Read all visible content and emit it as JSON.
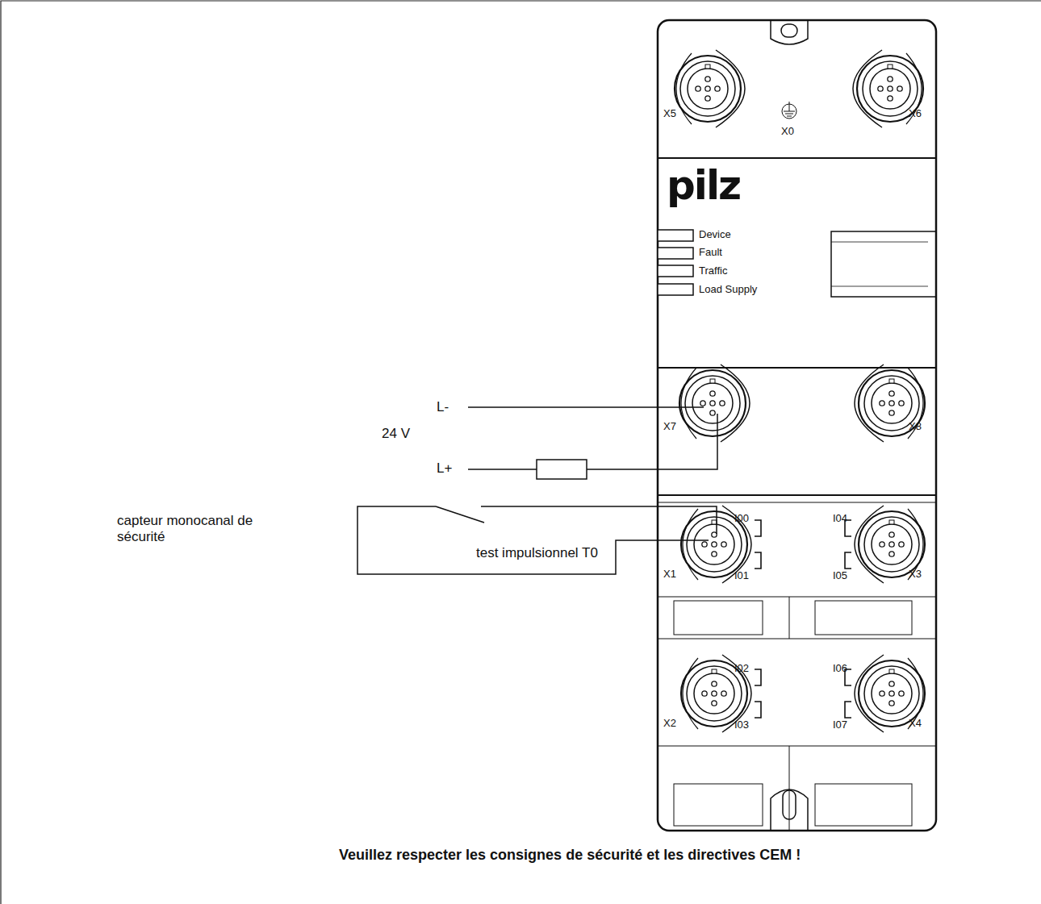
{
  "diagram": {
    "caption": "Veuillez respecter les consignes de sécurité et les directives CEM !",
    "labels": [
      "X5",
      "X0",
      "X6",
      "pilz",
      "Device",
      "Fault",
      "Traffic",
      "Load Supply",
      "L-",
      "24 V",
      "L+",
      "X7",
      "X8",
      "capteur monocanal de sécurité",
      "I00",
      "I04",
      "X1",
      "I01",
      "I05",
      "X3",
      "test impulsionnel T0",
      "I02",
      "I06",
      "X2",
      "I03",
      "I07",
      "X4"
    ]
  }
}
